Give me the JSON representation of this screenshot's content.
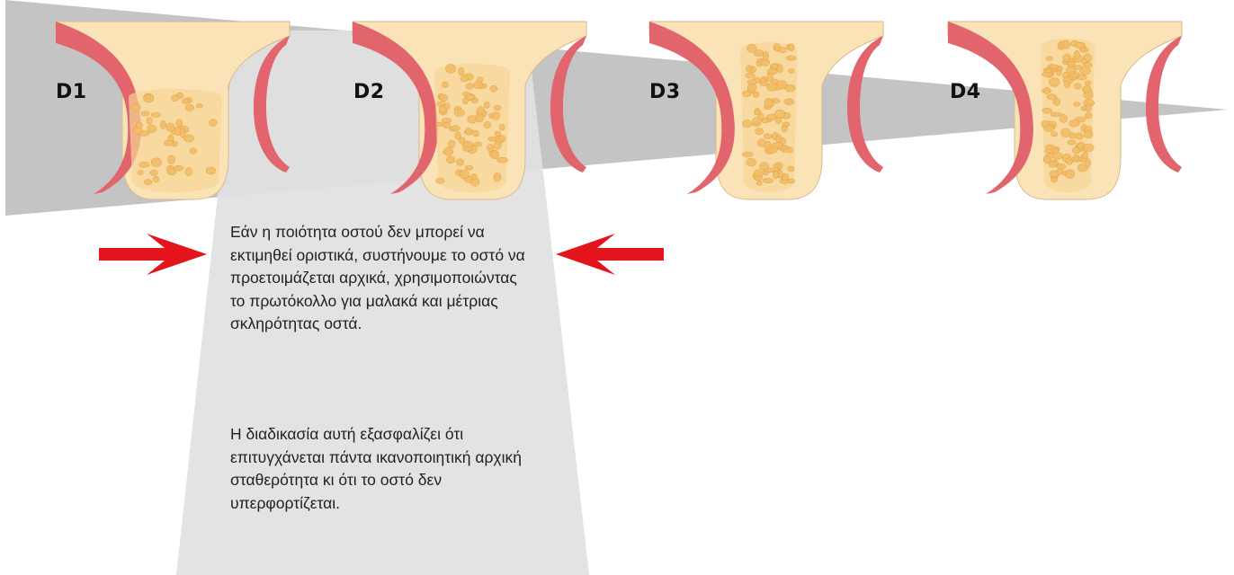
{
  "colors": {
    "wedge": "#c4c4c4",
    "panel": "#e1e1e1",
    "cortex": "#e2646c",
    "bone": "#fbe3b8",
    "cancellous": "#f2be68",
    "arrow": "#e3141c"
  },
  "bone_types": [
    {
      "label": "D1"
    },
    {
      "label": "D2"
    },
    {
      "label": "D3"
    },
    {
      "label": "D4"
    }
  ],
  "note": {
    "paragraph1": "Εάν η ποιότητα οστού δεν μπορεί να εκτιμηθεί οριστικά, συστήνουμε το οστό να προετοιμάζεται αρχικά, χρησιμοποιώντας το πρωτόκολλο για μαλακά και μέτριας σκληρότητας οστά.",
    "paragraph2": "Η διαδικασία αυτή εξασφαλίζει ότι επιτυγχάνεται πάντα ικανοποιητική αρχική σταθερότητα κι ότι το οστό δεν υπερφορτίζεται."
  }
}
